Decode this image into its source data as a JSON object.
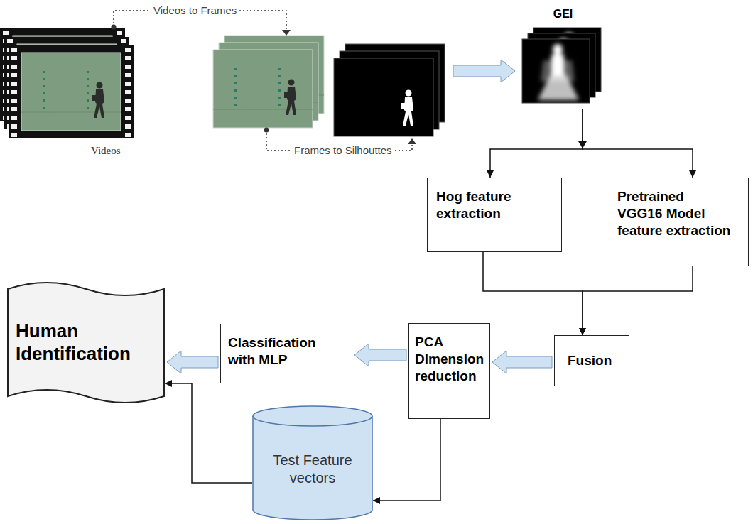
{
  "diagram": {
    "nodes": [
      {
        "text": [
          "GEI"
        ]
      },
      {
        "text": [
          "Hog feature extraction"
        ]
      },
      {
        "text": [
          "Pretrained VGG16 Model feature extraction"
        ]
      },
      {
        "text": [
          "Fusion"
        ]
      },
      {
        "text": [
          "PCA Dimension reduction"
        ]
      },
      {
        "text": [
          "Classification with MLP"
        ]
      },
      {
        "text": [
          "Human Identification"
        ]
      },
      {
        "text": [
          "Test Feature vectors"
        ]
      }
    ],
    "edges": [
      {
        "from": 0,
        "to": 1,
        "arrow": "to"
      },
      {
        "from": 0,
        "to": 2,
        "arrow": "to"
      },
      {
        "from": 1,
        "to": 3,
        "arrow": "to"
      },
      {
        "from": 2,
        "to": 3,
        "arrow": "to"
      },
      {
        "from": 3,
        "to": 4,
        "arrow": "to"
      },
      {
        "from": 4,
        "to": 5,
        "arrow": "to"
      },
      {
        "from": 5,
        "to": 6,
        "arrow": "to"
      },
      {
        "from": 4,
        "to": 7,
        "arrow": "to"
      },
      {
        "from": 7,
        "to": 6,
        "arrow": "to"
      }
    ],
    "labels": [
      "Videos to Frames",
      "Videos",
      "Frames to Silhouttes"
    ]
  }
}
